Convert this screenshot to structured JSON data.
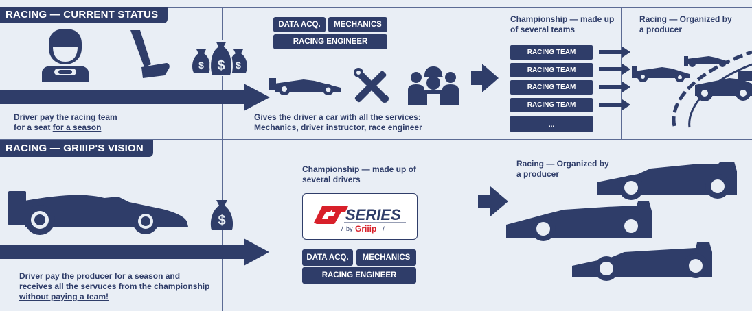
{
  "top": {
    "title": "RACING — CURRENT STATUS",
    "pills": {
      "data_acq": "DATA ACQ.",
      "mechanics": "MECHANICS",
      "engineer": "RACING ENGINEER"
    },
    "driver_caption_1": "Driver pay the racing team",
    "driver_caption_2": "for a seat",
    "driver_caption_underlined": "for a season",
    "services_caption_1": "Gives the driver a car with all the services:",
    "services_caption_2": "Mechanics, driver instructor, race engineer",
    "championship_1": "Championship — made up",
    "championship_2": "of several teams",
    "teams": [
      "RACING TEAM",
      "RACING TEAM",
      "RACING TEAM",
      "RACING TEAM",
      "..."
    ],
    "racing_1": "Racing — Organized by",
    "racing_2": "a producer"
  },
  "bottom": {
    "title": "RACING — GRIIIP'S VISION",
    "championship_1": "Championship — made up of",
    "championship_2": "several drivers",
    "logo": {
      "main": "SERIES",
      "by": "by",
      "brand": "Griiip"
    },
    "pills": {
      "data_acq": "DATA ACQ.",
      "mechanics": "MECHANICS",
      "engineer": "RACING ENGINEER"
    },
    "racing_1": "Racing — Organized by",
    "racing_2": "a producer",
    "caption_1": "Driver pay the producer for a season and",
    "caption_2": "receives all the servuces from the championship",
    "caption_3": "without paying a team!"
  },
  "colors": {
    "navy": "#2f3d69",
    "background": "#e9eef5",
    "logo_red": "#d8202a"
  }
}
